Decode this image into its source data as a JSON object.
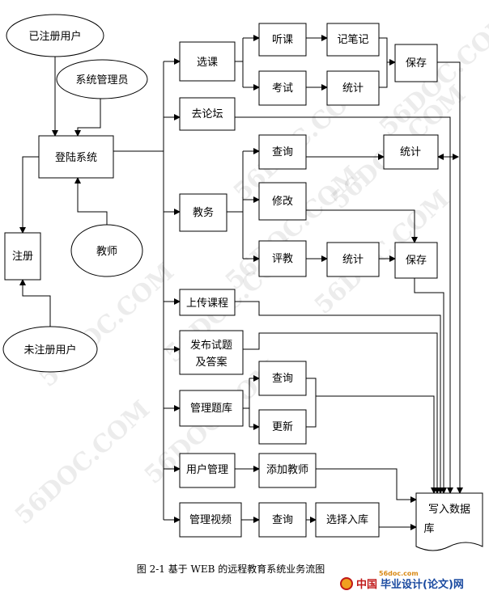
{
  "nodes": {
    "registered_user": "已注册用户",
    "sys_admin": "系统管理员",
    "login": "登陆系统",
    "teacher": "教师",
    "register": "注册",
    "unregistered_user": "未注册用户",
    "select_course": "选课",
    "attend_class": "听课",
    "take_notes": "记笔记",
    "exam": "考试",
    "stats_1": "统计",
    "save_1": "保存",
    "forum": "去论坛",
    "academic": "教务",
    "query_1": "查询",
    "stats_2": "统计",
    "modify": "修改",
    "evaluate": "评教",
    "stats_3": "统计",
    "save_2": "保存",
    "upload_course": "上传课程",
    "publish_line1": "发布试题",
    "publish_line2": "及答案",
    "manage_bank": "管理题库",
    "query_2": "查询",
    "update": "更新",
    "user_mgmt": "用户管理",
    "add_teacher": "添加教师",
    "video_mgmt": "管理视频",
    "query_3": "查询",
    "select_store": "选择入库",
    "write_db_line1": "写入数据",
    "write_db_line2": "库"
  },
  "caption": "图 2-1   基于 WEB 的远程教育系统业务流图",
  "watermark": "56DOC.COM",
  "footer": {
    "site": "56doc.com",
    "logo_cn": "中国",
    "logo_main": "毕业设计(论文)网"
  }
}
